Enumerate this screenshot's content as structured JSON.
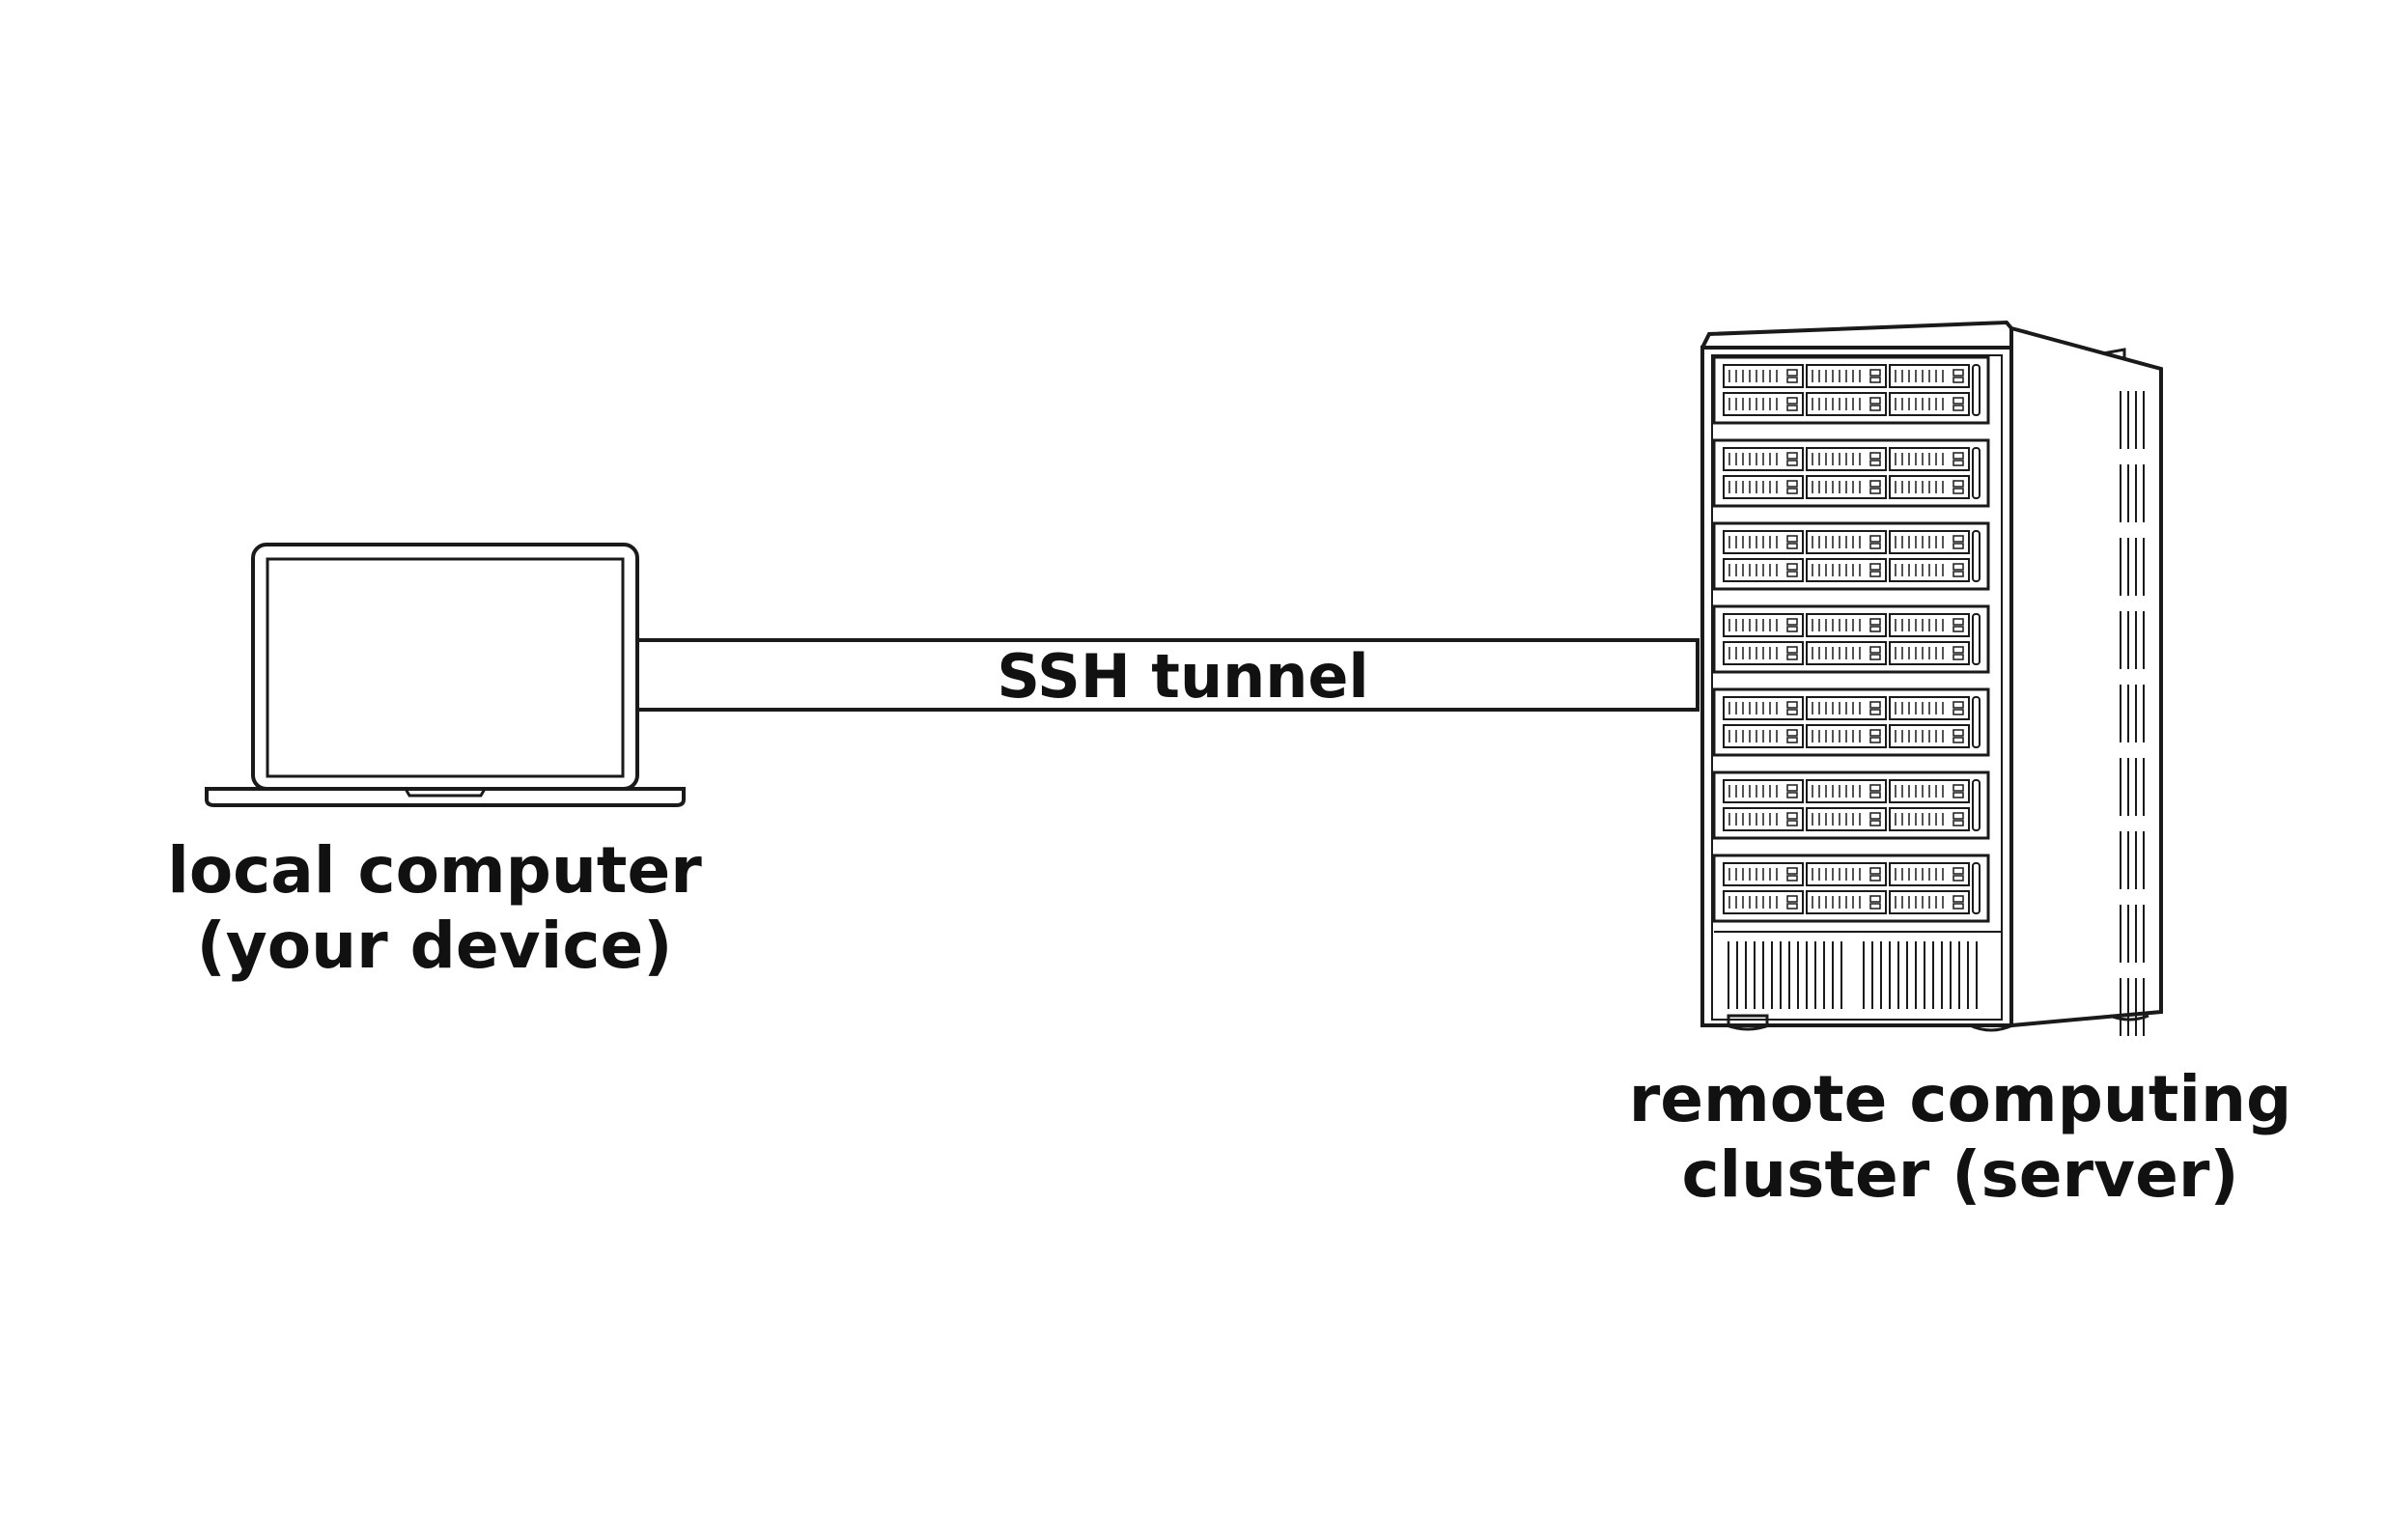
{
  "nodes": {
    "local": {
      "icon": "laptop-icon",
      "line1": "local computer",
      "line2": "(your device)"
    },
    "server": {
      "icon": "server-rack-icon",
      "line1": "remote computing",
      "line2": "cluster (server)"
    }
  },
  "connection": {
    "label": "SSH tunnel"
  },
  "colors": {
    "stroke": "#1a1a1a",
    "background": "#ffffff",
    "text": "#111111"
  }
}
